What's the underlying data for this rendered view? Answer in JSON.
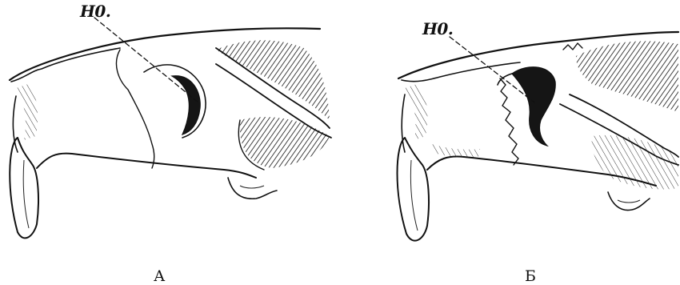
{
  "panels": [
    {
      "label": "А",
      "callout": "Н0."
    },
    {
      "label": "Б",
      "callout": "Н0."
    }
  ],
  "colors": {
    "ink": "#111111",
    "paper": "#ffffff"
  }
}
